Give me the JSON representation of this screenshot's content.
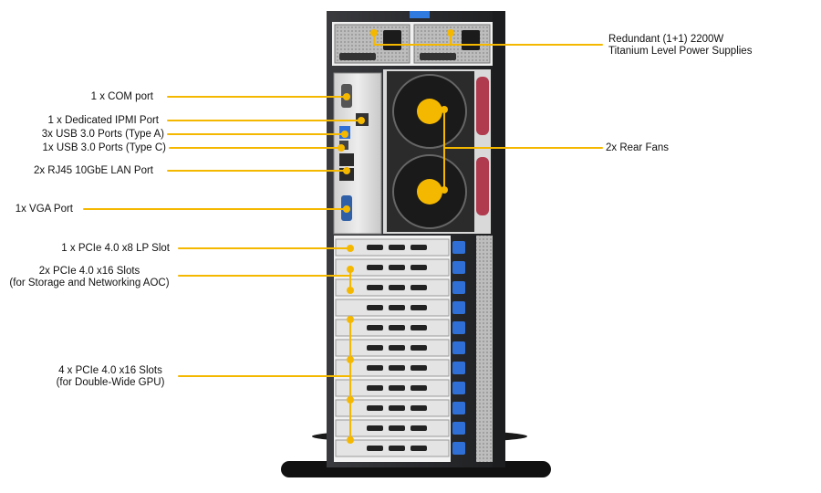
{
  "labels": {
    "com_port": "1 x COM  port",
    "ipmi_port": "1 x Dedicated IPMI  Port",
    "usb_a": "3x USB 3.0 Ports (Type A)",
    "usb_c": "1x USB 3.0 Ports (Type C)",
    "lan": "2x RJ45 10GbE LAN Port",
    "vga": "1x VGA  Port",
    "pcie_lp": "1 x PCIe 4.0 x8 LP Slot",
    "pcie_storage_1": "2x PCIe 4.0 x16 Slots",
    "pcie_storage_2": "(for Storage and Networking AOC)",
    "pcie_gpu_1": "4 x PCIe 4.0 x16 Slots",
    "pcie_gpu_2": "(for Double-Wide GPU)",
    "psu_1": "Redundant (1+1) 2200W",
    "psu_2": "Titanium Level Power Supplies",
    "fans": "2x Rear Fans"
  },
  "colors": {
    "callout": "#f5b800",
    "chassis": "#2a2b2e",
    "panel": "#e6e6e6",
    "latch": "#2f6fd6",
    "fan_handle": "#b03a4e"
  }
}
